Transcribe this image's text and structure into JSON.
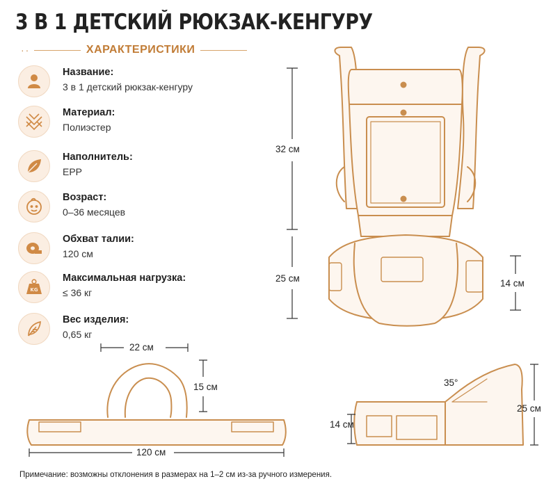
{
  "title": "3 В 1 ДЕТСКИЙ РЮКЗАК-КЕНГУРУ",
  "section_label": "ХАРАКТЕРИСТИКИ",
  "section_dots": "··",
  "specs": [
    {
      "icon": "person-icon",
      "label": "Название:",
      "value": "3 в 1 детский рюкзак-кенгуру"
    },
    {
      "icon": "fabric-weave-icon",
      "label": "Материал:",
      "value": "Полиэстер"
    },
    {
      "icon": "leaf-icon",
      "label": "Наполнитель:",
      "value": "EPP"
    },
    {
      "icon": "baby-face-icon",
      "label": "Возраст:",
      "value": "0–36 месяцев"
    },
    {
      "icon": "tape-measure-icon",
      "label": "Обхват талии:",
      "value": "120 см"
    },
    {
      "icon": "weight-kg-icon",
      "label": "Максимальная нагрузка:",
      "value": "≤ 36 кг"
    },
    {
      "icon": "feather-icon",
      "label": "Вес изделия:",
      "value": "0,65 кг"
    }
  ],
  "dimensions": {
    "carrier_height_top": "32 см",
    "carrier_height_bottom": "25 см",
    "seat_depth": "14 см",
    "belt_arch_width": "22 см",
    "belt_arch_height": "15 см",
    "belt_length": "120 см",
    "seat_angle": "35°",
    "seat_side_height": "14 см",
    "seat_side_total": "25 см"
  },
  "note": "Примечание: возможны отклонения в размерах на 1–2 см из-за ручного измерения.",
  "colors": {
    "accent": "#c17c36",
    "outline": "#c98e4f",
    "fill": "#fbeee2",
    "icon": "#d08a45"
  }
}
